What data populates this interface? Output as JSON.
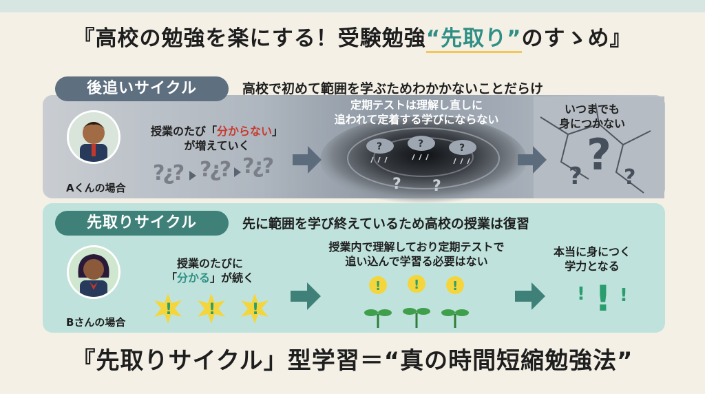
{
  "title": {
    "prefix": "『高校の勉強を楽にする！受験勉強",
    "highlight": "“先取り”",
    "suffix": "のすゝめ』"
  },
  "cycle_a": {
    "pill": "後追いサイクル",
    "subhead": "高校で初めて範囲を学ぶためわかかないことだらけ",
    "avatar_caption": "Aくんの場合",
    "step1_pre": "授業のたび「",
    "step1_em": "分からない",
    "step1_post": "」",
    "step1_line2": "が増えていく",
    "step2_line1": "定期テストは理解し直しに",
    "step2_line2": "追われて定着する学びにならない",
    "step3_line1": "いつまでも",
    "step3_line2": "身につかない",
    "qmark": "?",
    "qmarks": "?¿?"
  },
  "cycle_b": {
    "pill": "先取りサイクル",
    "subhead": "先に範囲を学び終えているため高校の授業は復習",
    "avatar_caption": "Bさんの場合",
    "step1_line1": "授業のたびに",
    "step1_pre": "「",
    "step1_em": "分かる",
    "step1_post": "」が続く",
    "step2_line1": "授業内で理解しており定期テストで",
    "step2_line2": "追い込んで学習る必要はない",
    "step3_line1": "本当に身につく",
    "step3_line2": "学力となる",
    "excl": "!"
  },
  "footer": "『先取りサイクル」型学習＝“真の時間短縮勉強法”",
  "colors": {
    "accent_teal": "#2f8f84",
    "accent_red": "#c9392e",
    "pill_gray": "#5e6f80",
    "pill_teal": "#3f8179",
    "panel_teal": "#bfe3dc"
  }
}
